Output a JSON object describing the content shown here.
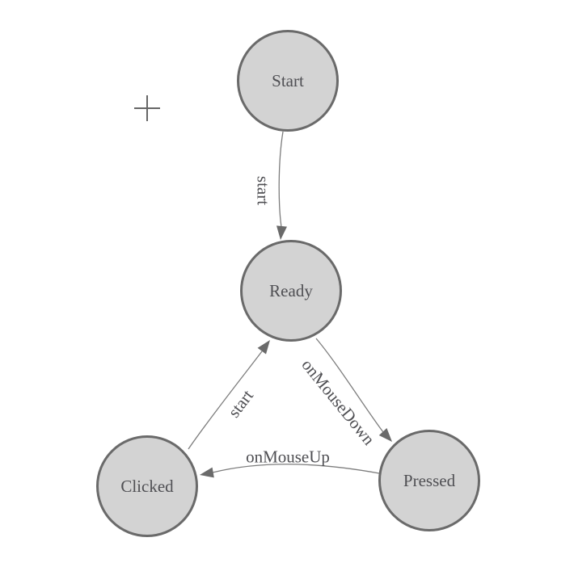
{
  "diagram": {
    "kind": "state-machine",
    "nodes": [
      {
        "id": "start",
        "label": "Start"
      },
      {
        "id": "ready",
        "label": "Ready"
      },
      {
        "id": "clicked",
        "label": "Clicked"
      },
      {
        "id": "pressed",
        "label": "Pressed"
      }
    ],
    "edges": [
      {
        "from": "start",
        "to": "ready",
        "label": "start"
      },
      {
        "from": "ready",
        "to": "pressed",
        "label": "onMouseDown"
      },
      {
        "from": "pressed",
        "to": "clicked",
        "label": "onMouseUp"
      },
      {
        "from": "clicked",
        "to": "ready",
        "label": "start"
      }
    ],
    "origin_marker": "+",
    "colors": {
      "node_fill": "#d3d3d3",
      "node_border": "#6a6a6a",
      "edge_line": "#7d7d7d",
      "arrowhead": "#6a6a6a",
      "label_text": "#4f4f53",
      "origin_cross": "#666666",
      "background": "#ffffff"
    }
  }
}
